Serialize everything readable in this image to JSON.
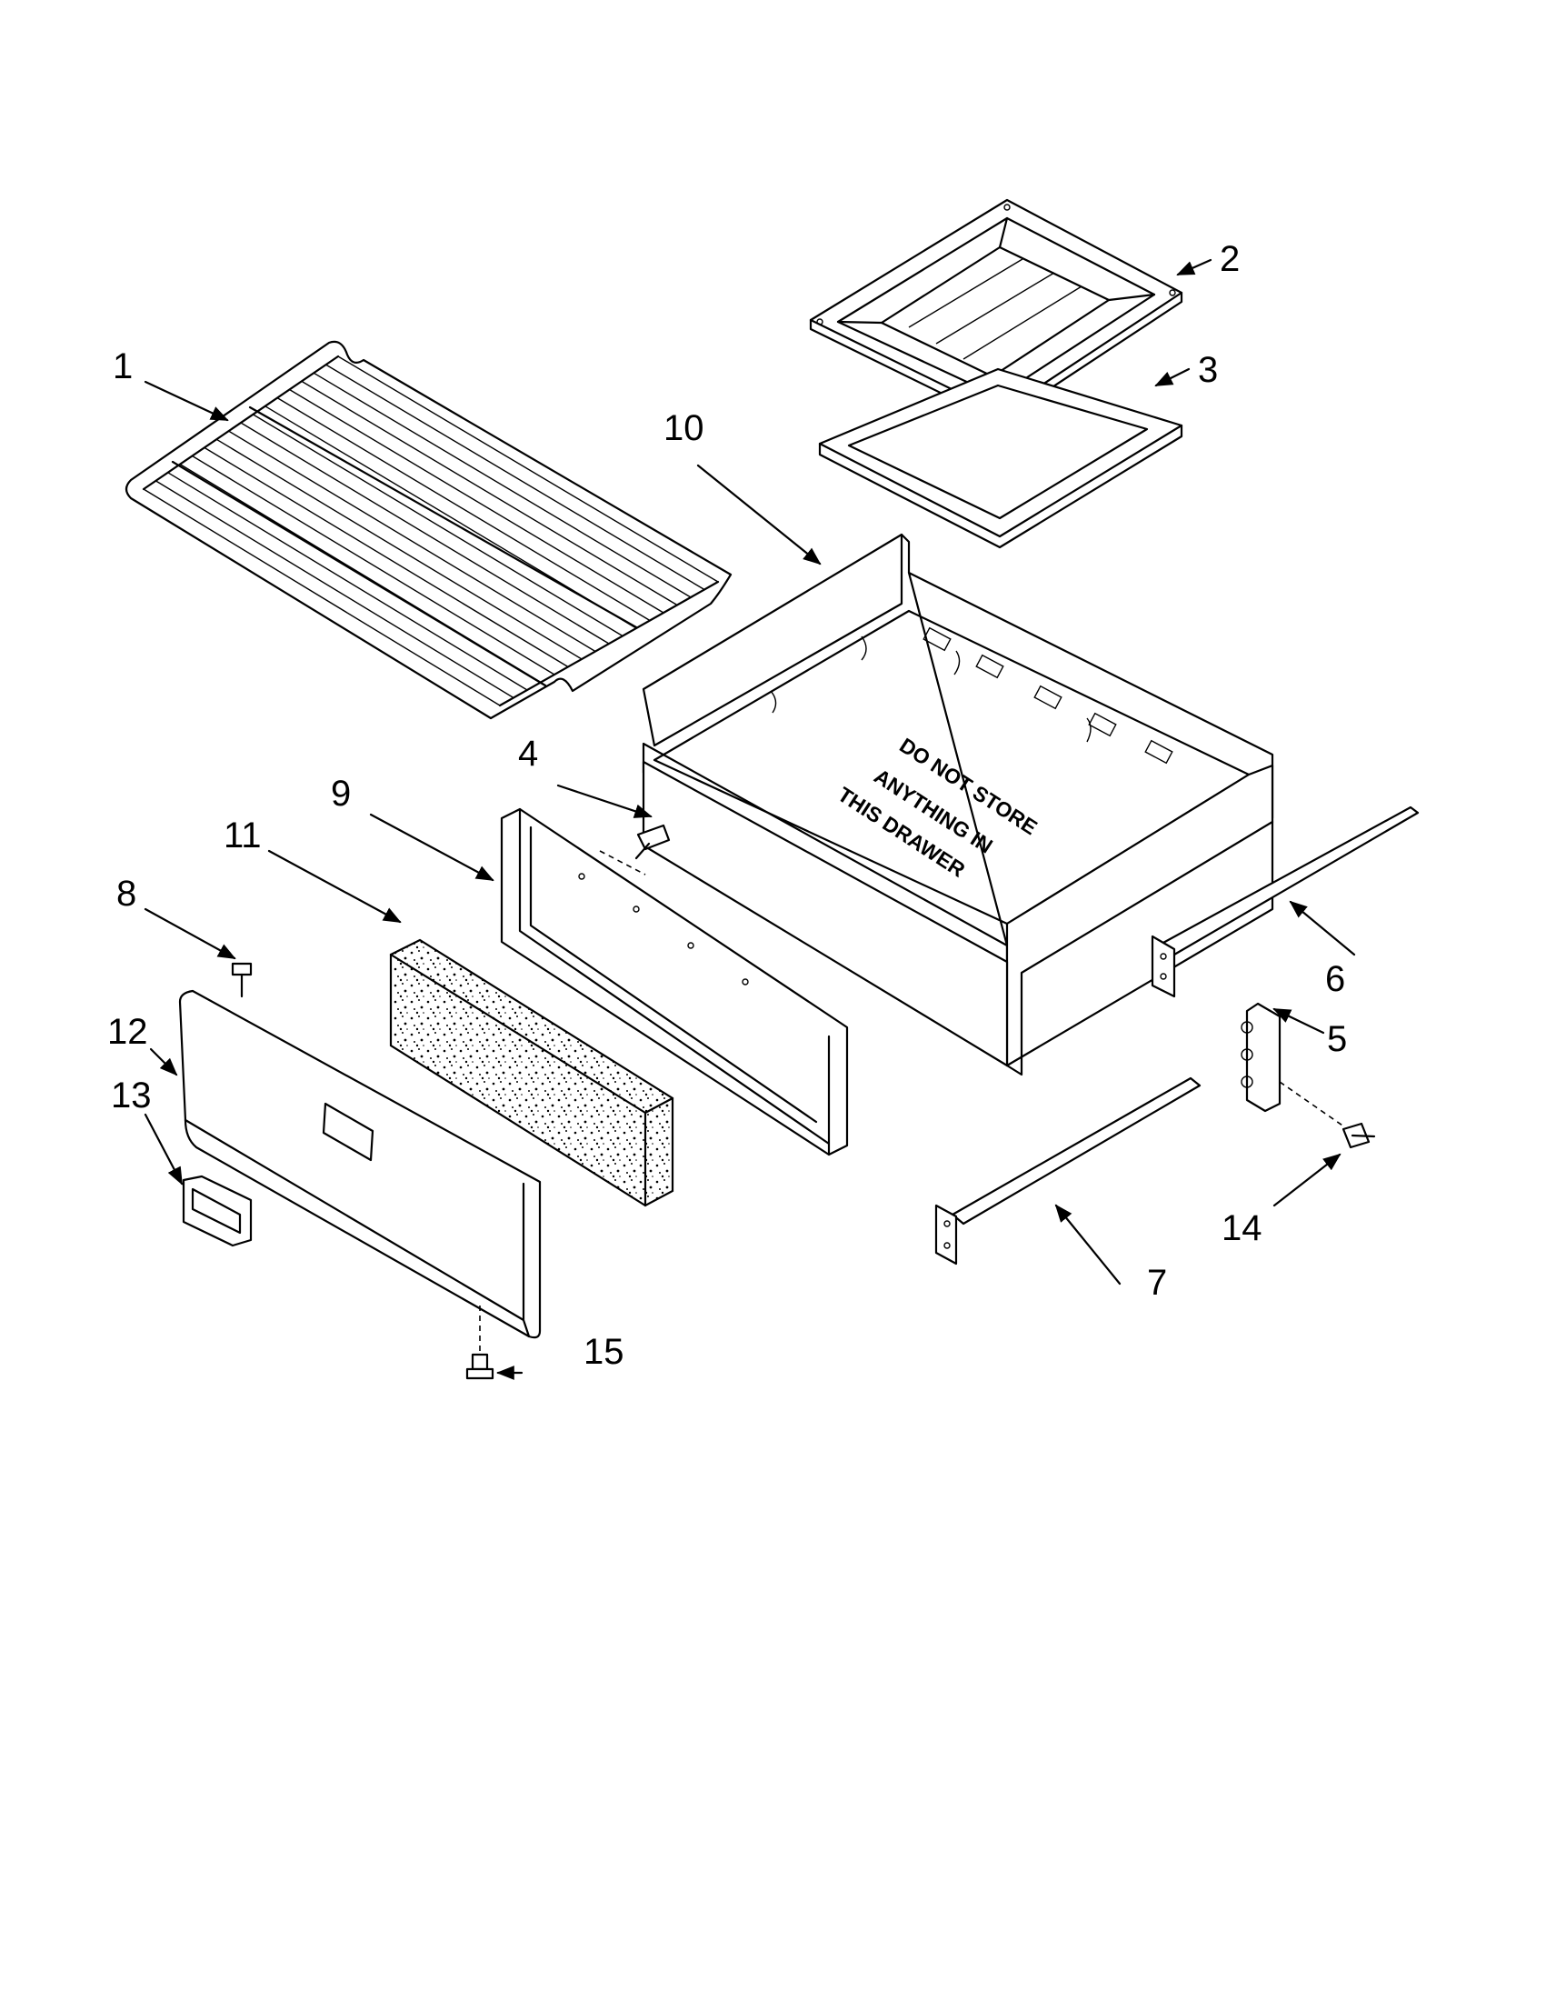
{
  "callouts": {
    "c1": "1",
    "c2": "2",
    "c3": "3",
    "c4": "4",
    "c5": "5",
    "c6": "6",
    "c7": "7",
    "c8": "8",
    "c9": "9",
    "c10": "10",
    "c11": "11",
    "c12": "12",
    "c13": "13",
    "c14": "14",
    "c15": "15"
  },
  "drawer_warning": {
    "line1": "DO NOT STORE",
    "line2": "ANYTHING IN",
    "line3": "THIS DRAWER"
  }
}
